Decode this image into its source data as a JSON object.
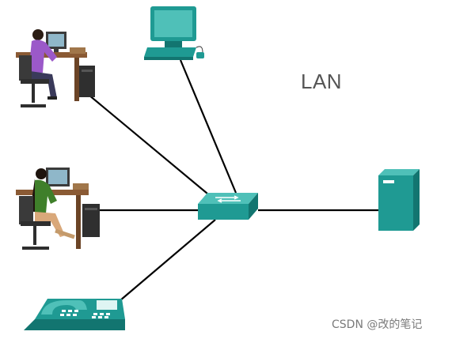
{
  "diagram": {
    "network_label": "LAN",
    "watermark": "CSDN @改的笔记",
    "colors": {
      "device_teal": "#1f9a93",
      "device_teal_dark": "#127570",
      "device_teal_light": "#4fc0b8",
      "link": "#000000",
      "shirt_purple": "#9b59c9",
      "shirt_green": "#3f7f2a",
      "desk_wood": "#8a5a34",
      "chair": "#3a3a3a"
    },
    "nodes": [
      {
        "id": "switch",
        "type": "switch-icon"
      },
      {
        "id": "workstation-1",
        "type": "user-at-desktop-icon"
      },
      {
        "id": "workstation-2",
        "type": "user-at-desktop-icon"
      },
      {
        "id": "desktop-pc",
        "type": "desktop-computer-icon"
      },
      {
        "id": "server",
        "type": "server-icon"
      },
      {
        "id": "ip-phone",
        "type": "ip-phone-icon"
      }
    ],
    "links": [
      {
        "from": "switch",
        "to": "workstation-1"
      },
      {
        "from": "switch",
        "to": "desktop-pc"
      },
      {
        "from": "switch",
        "to": "workstation-2"
      },
      {
        "from": "switch",
        "to": "server"
      },
      {
        "from": "switch",
        "to": "ip-phone"
      }
    ]
  }
}
